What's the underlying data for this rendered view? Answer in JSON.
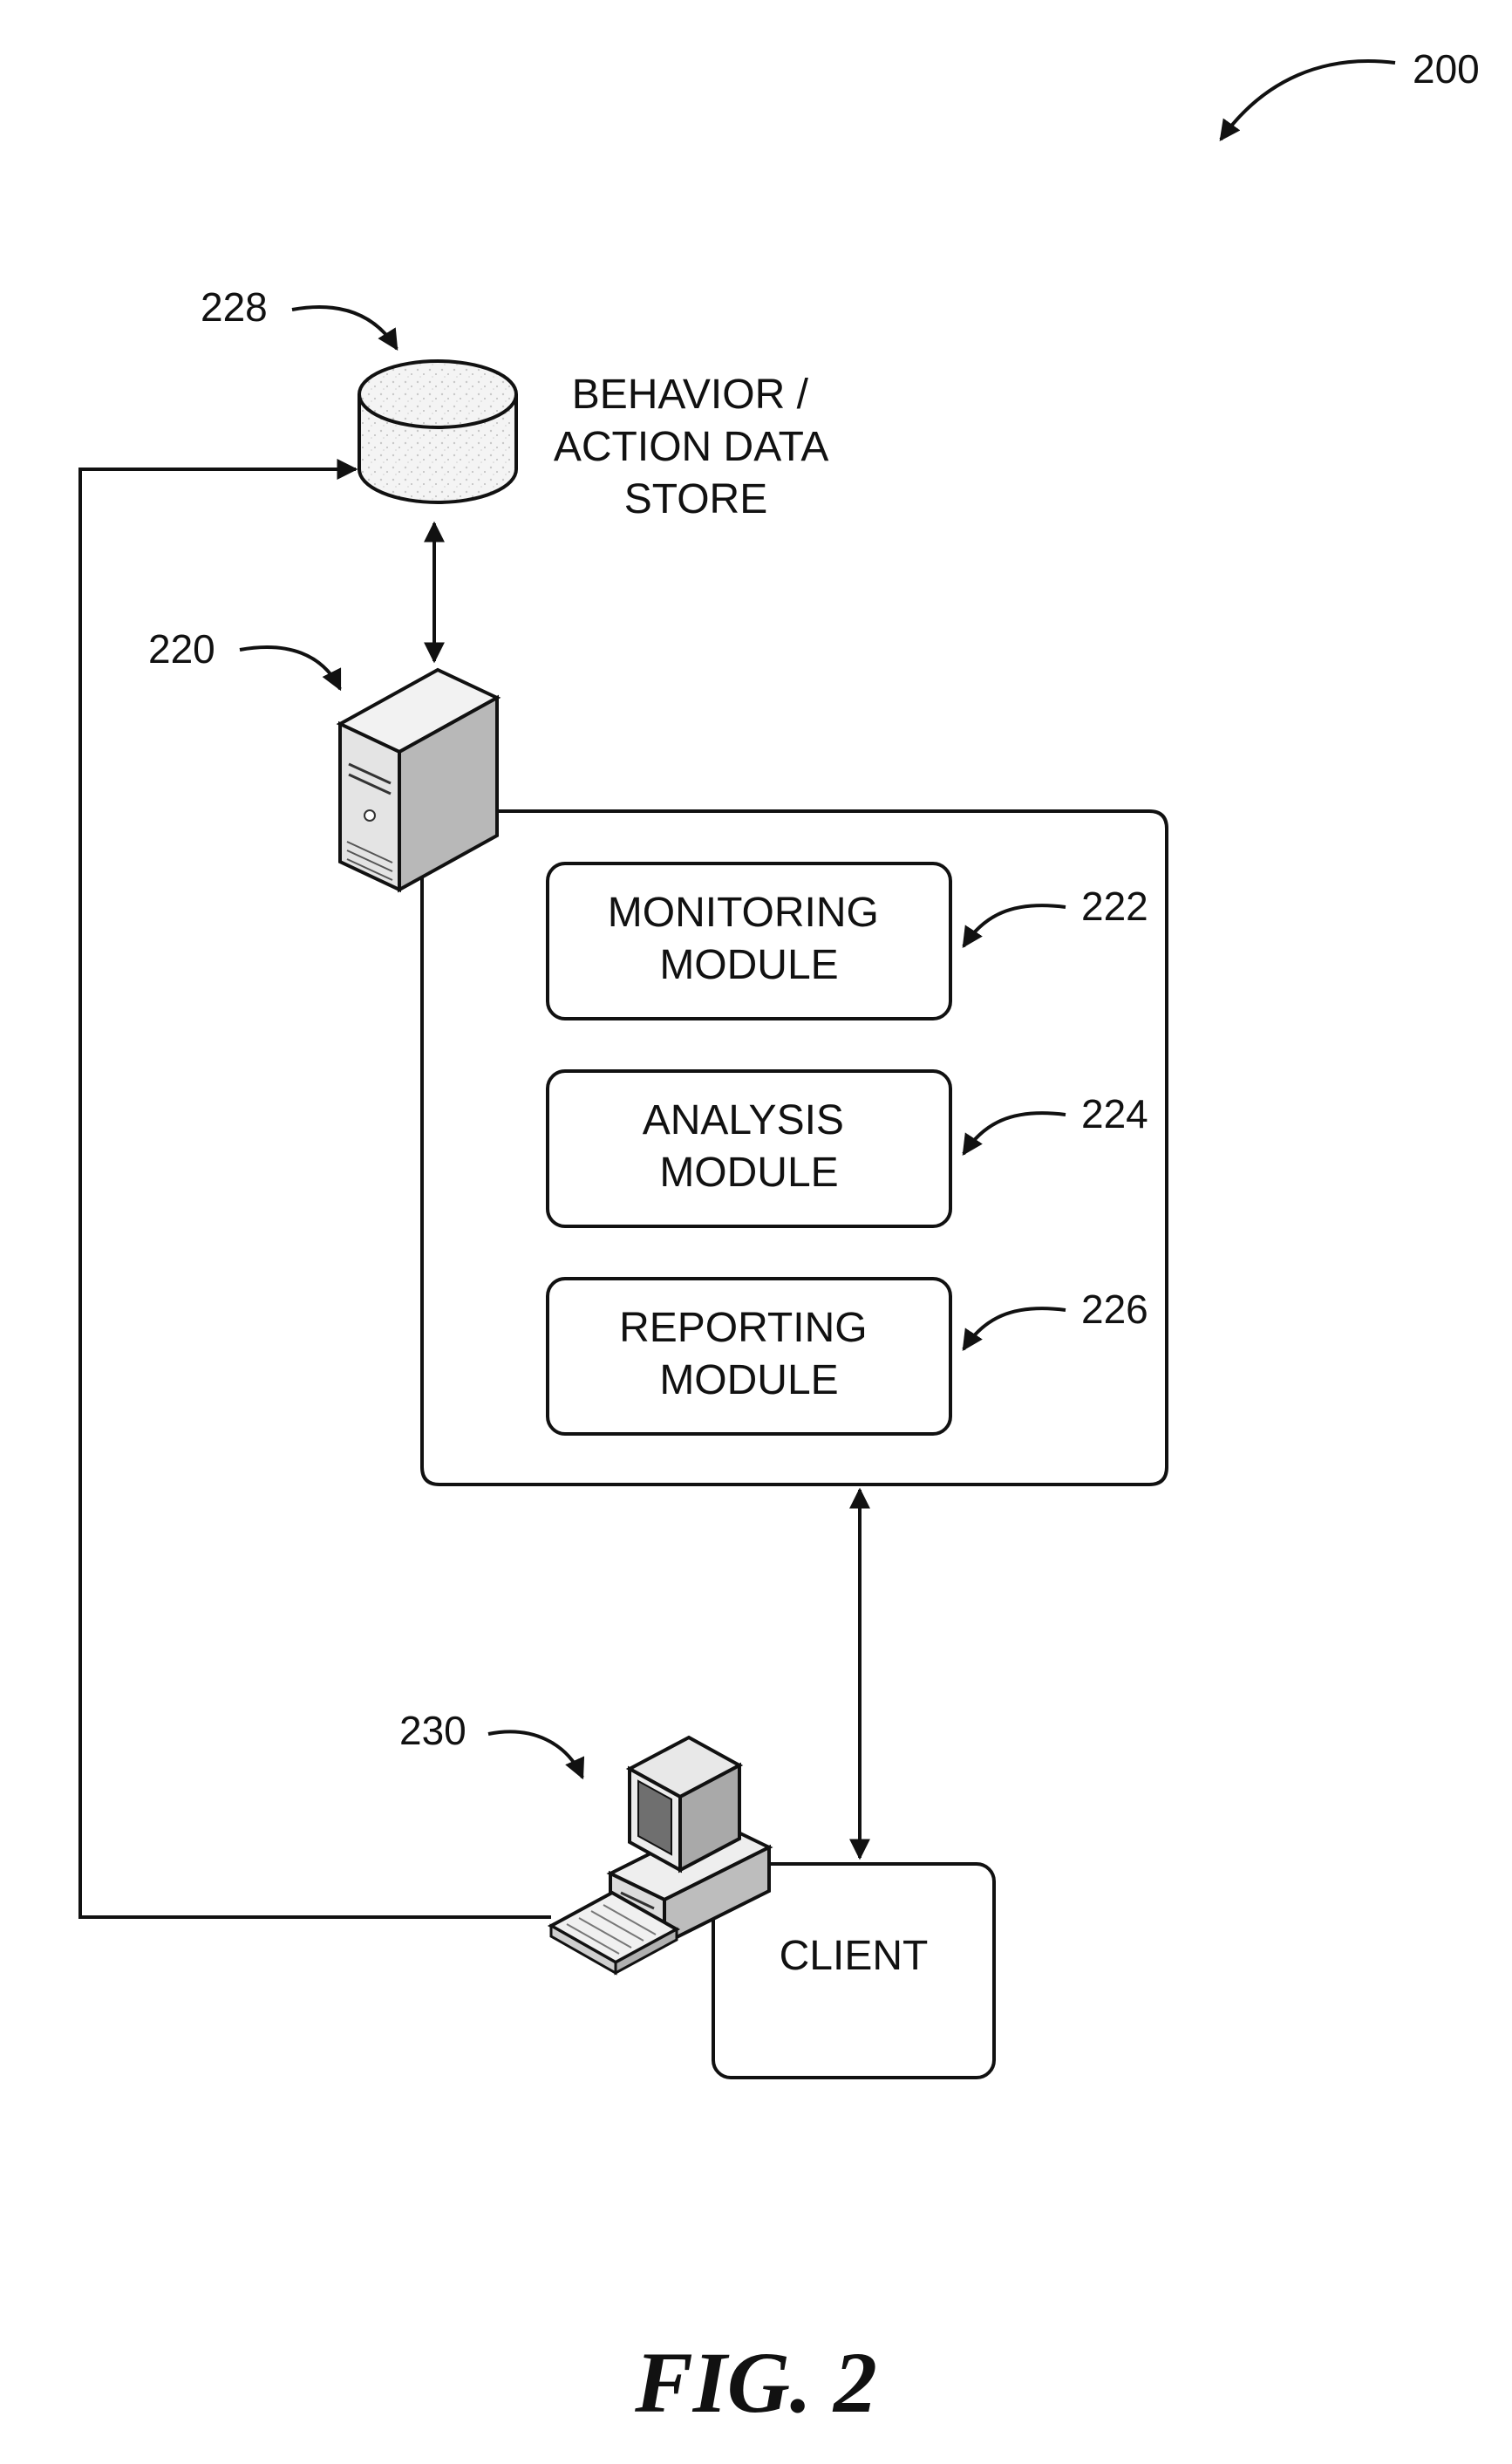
{
  "figure": {
    "caption": "FIG. 2",
    "ref": "200"
  },
  "data_store": {
    "ref": "228",
    "label_lines": [
      "BEHAVIOR /",
      "ACTION DATA",
      "STORE"
    ]
  },
  "server": {
    "ref": "220"
  },
  "modules": [
    {
      "ref": "222",
      "label_lines": [
        "MONITORING",
        "MODULE"
      ]
    },
    {
      "ref": "224",
      "label_lines": [
        "ANALYSIS",
        "MODULE"
      ]
    },
    {
      "ref": "226",
      "label_lines": [
        "REPORTING",
        "MODULE"
      ]
    }
  ],
  "client": {
    "ref": "230",
    "label": "CLIENT"
  }
}
